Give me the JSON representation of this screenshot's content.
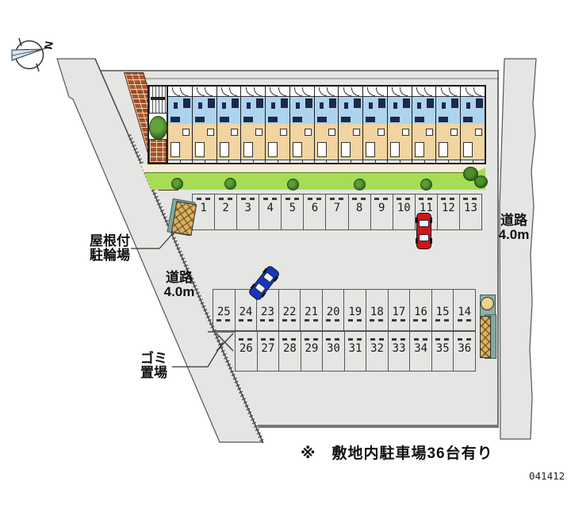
{
  "compass": {
    "label": "N"
  },
  "labels": {
    "bicycle_shelter": [
      "屋根付",
      "駐輪場"
    ],
    "road_left": [
      "道路",
      "4.0m"
    ],
    "road_right": [
      "道路",
      "4.0m"
    ],
    "garbage": [
      "ゴミ",
      "置場"
    ],
    "note": "※　敷地内駐車場36台有り",
    "plan_id": "041412"
  },
  "building": {
    "unit_count": 13
  },
  "parking": {
    "row1": [
      "1",
      "2",
      "3",
      "4",
      "5",
      "6",
      "7",
      "8",
      "9",
      "10",
      "11",
      "12",
      "13"
    ],
    "row2": [
      "25",
      "24",
      "23",
      "22",
      "21",
      "20",
      "19",
      "18",
      "17",
      "16",
      "15",
      "14"
    ],
    "row3": [
      "26",
      "27",
      "28",
      "29",
      "30",
      "31",
      "32",
      "33",
      "34",
      "35",
      "36"
    ],
    "total_spaces": "36"
  },
  "vehicles": [
    {
      "name": "red-car",
      "space": "11",
      "color": "#cf1717"
    },
    {
      "name": "blue-car",
      "space": "23",
      "color": "#1736be"
    }
  ],
  "colors": {
    "ground": "#e5e5e3",
    "grass": "#a6dd55",
    "unit_blue": "#aed3f0",
    "unit_tan": "#f2d4a1",
    "brick": "#a9572e",
    "lattice_tan": "#d9b264",
    "shadow_teal": "#7fa8a0"
  }
}
